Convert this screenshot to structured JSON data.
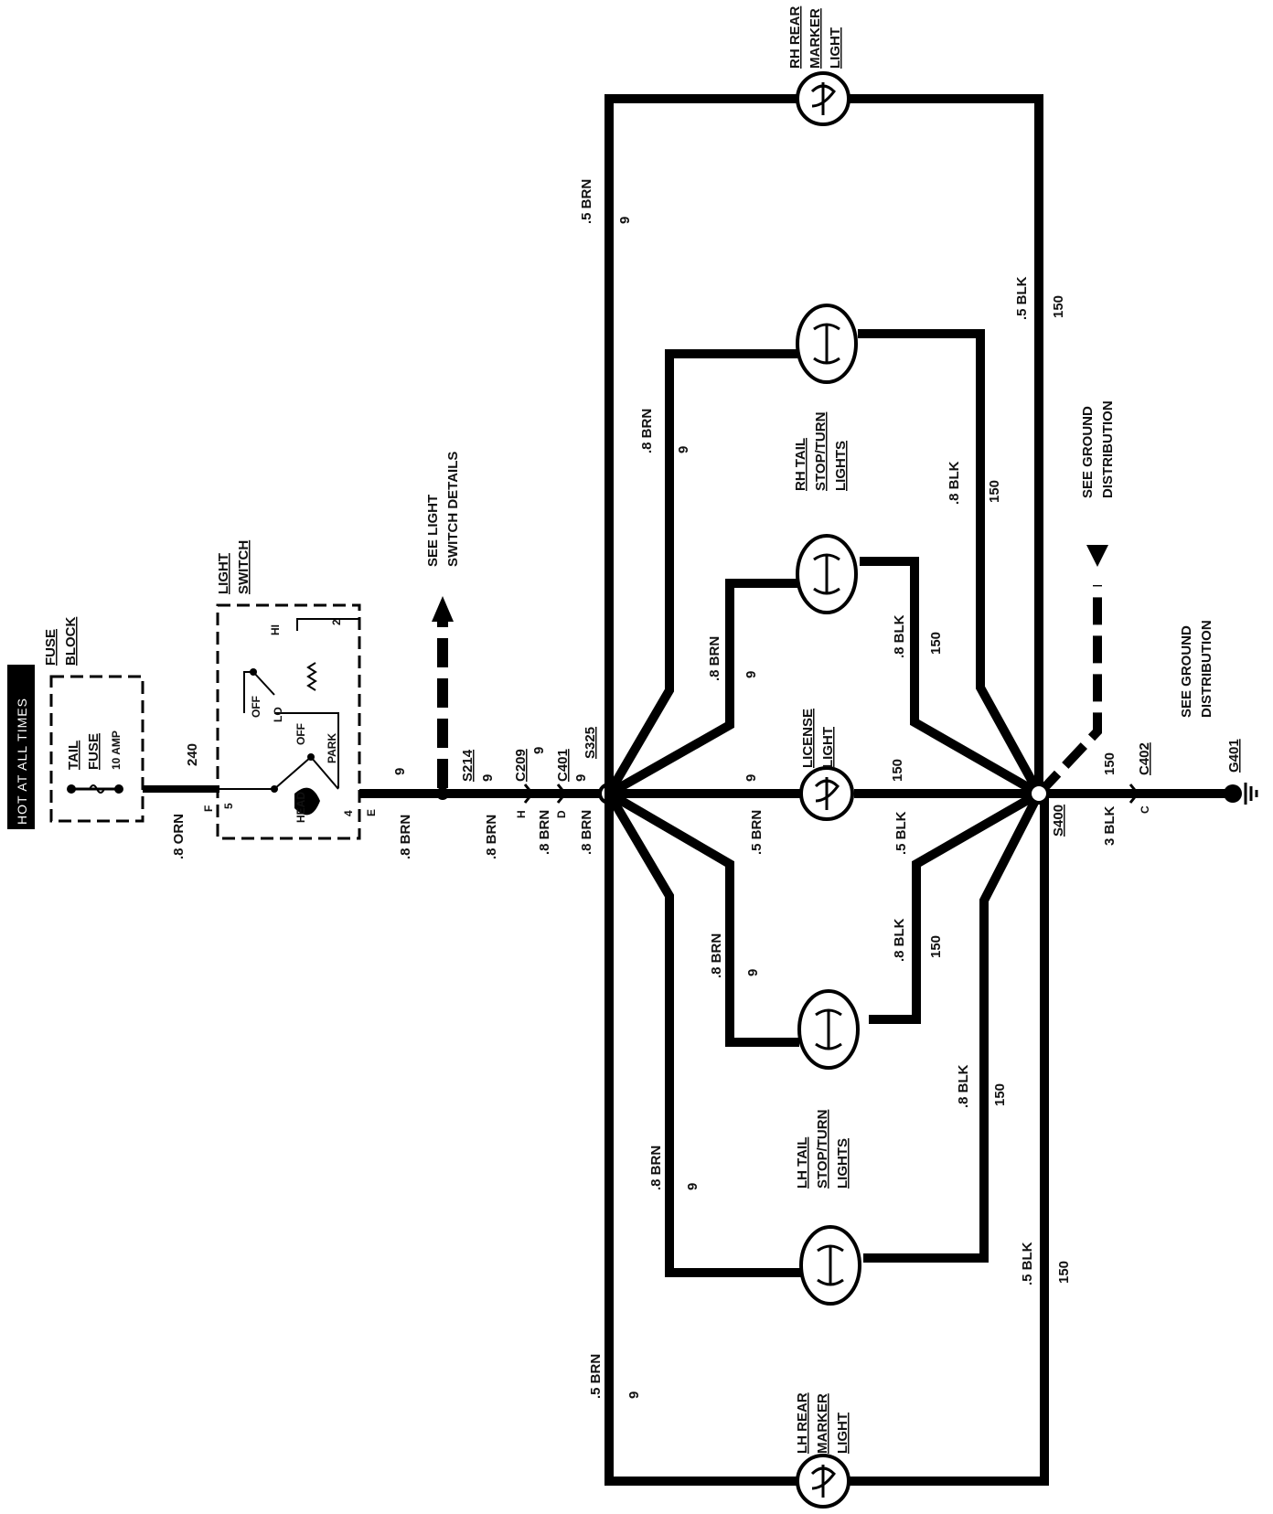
{
  "banner": "HOT AT ALL TIMES",
  "fuse_block": {
    "title": [
      "FUSE",
      "BLOCK"
    ],
    "fuse_name": [
      "TAIL",
      "FUSE"
    ],
    "rating": "10 AMP"
  },
  "light_switch": {
    "title": [
      "LIGHT",
      "SWITCH"
    ],
    "positions": {
      "off_top": "OFF",
      "lo": "LO",
      "hi": "HI",
      "off": "OFF",
      "head": "HEAD",
      "park": "PARK"
    },
    "pins": {
      "p5": "5",
      "p4": "4",
      "p2": "2",
      "pF": "F",
      "pE": "E"
    }
  },
  "see_light_switch": [
    "SEE LIGHT",
    "SWITCH DETAILS"
  ],
  "see_ground_1": [
    "SEE GROUND",
    "DISTRIBUTION"
  ],
  "see_ground_2": [
    "SEE GROUND",
    "DISTRIBUTION"
  ],
  "splices": {
    "s214": "S214",
    "s325": "S325",
    "s400": "S400"
  },
  "connectors": {
    "c209": "C209",
    "c209_pin": "H",
    "c401": "C401",
    "c401_pin": "D",
    "c402": "C402",
    "c402_pin": "C"
  },
  "ground": "G401",
  "wires": {
    "w240_color": ".8 ORN",
    "w240_circuit": "240",
    "w9_color_a": ".8 BRN",
    "w9_circuit_a": "9",
    "w9_color_b": ".8 BRN",
    "w9_circuit_b": "9",
    "w9_color_c": ".8 BRN",
    "w9_circuit_c": "9",
    "w9_color_d": ".8 BRN",
    "w9_circuit_d": "9",
    "top_brn": ".5 BRN",
    "top_9": "9",
    "top_blk": ".5 BLK",
    "top_150": "150",
    "rh_tail1_brn": ".8 BRN",
    "rh_tail1_9": "9",
    "rh_tail1_blk": ".8 BLK",
    "rh_tail1_150": "150",
    "rh_tail2_brn": ".8 BRN",
    "rh_tail2_9": "9",
    "rh_tail2_blk": ".8 BLK",
    "rh_tail2_150": "150",
    "lic_brn": ".5 BRN",
    "lic_9": "9",
    "lic_blk": ".5 BLK",
    "lic_150": "150",
    "lh_tail2_brn": ".8 BRN",
    "lh_tail2_9": "9",
    "lh_tail2_blk": ".8 BLK",
    "lh_tail2_150": "150",
    "lh_tail1_brn": ".8 BRN",
    "lh_tail1_9": "9",
    "lh_tail1_blk": ".8 BLK",
    "lh_tail1_150": "150",
    "bot_brn": ".5 BRN",
    "bot_9": "9",
    "bot_blk": ".5 BLK",
    "bot_150": "150",
    "gnd_color": "3 BLK",
    "gnd_circuit": "150"
  },
  "components": {
    "rh_rear_marker": [
      "RH REAR",
      "MARKER",
      "LIGHT"
    ],
    "rh_tail": [
      "RH TAIL",
      "STOP/TURN",
      "LIGHTS"
    ],
    "license": [
      "LICENSE",
      "LIGHT"
    ],
    "lh_tail": [
      "LH TAIL",
      "STOP/TURN",
      "LIGHTS"
    ],
    "lh_rear_marker": [
      "LH REAR",
      "MARKER",
      "LIGHT"
    ]
  }
}
